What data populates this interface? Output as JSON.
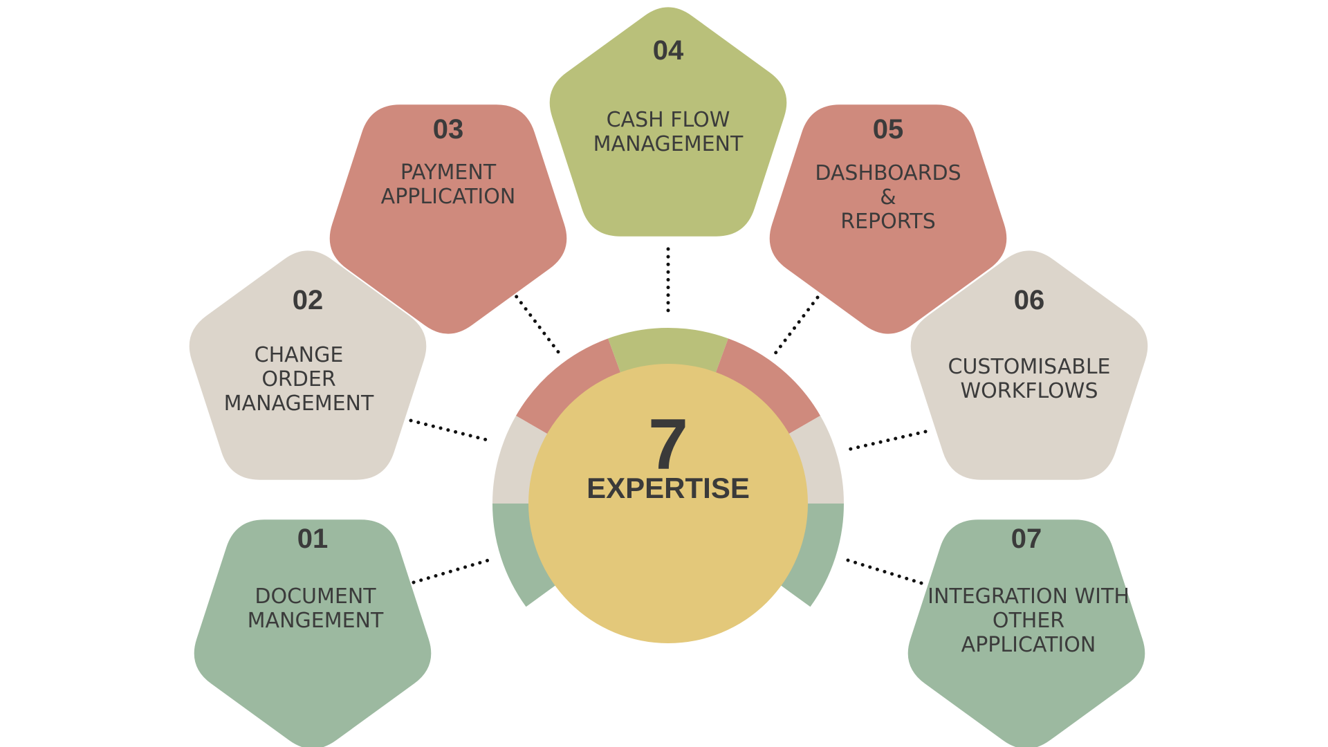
{
  "center": {
    "number": "7",
    "label": "EXPERTISE",
    "color": "#e3c87a"
  },
  "colors": {
    "green": "#9cb9a0",
    "beige": "#dcd5cb",
    "red": "#cf8a7d",
    "olive": "#b9c07a"
  },
  "items": [
    {
      "number": "01",
      "lines": [
        "DOCUMENT",
        "MANGEMENT"
      ],
      "color": "#9cb9a0"
    },
    {
      "number": "02",
      "lines": [
        "CHANGE",
        "ORDER",
        "MANAGEMENT"
      ],
      "color": "#dcd5cb"
    },
    {
      "number": "03",
      "lines": [
        "PAYMENT",
        "APPLICATION"
      ],
      "color": "#cf8a7d"
    },
    {
      "number": "04",
      "lines": [
        "CASH FLOW",
        "MANAGEMENT"
      ],
      "color": "#b9c07a"
    },
    {
      "number": "05",
      "lines": [
        "DASHBOARDS",
        "&",
        "REPORTS"
      ],
      "color": "#cf8a7d"
    },
    {
      "number": "06",
      "lines": [
        "CUSTOMISABLE",
        "WORKFLOWS"
      ],
      "color": "#dcd5cb"
    },
    {
      "number": "07",
      "lines": [
        "INTEGRATION WITH",
        "OTHER",
        "APPLICATION"
      ],
      "color": "#9cb9a0"
    }
  ]
}
